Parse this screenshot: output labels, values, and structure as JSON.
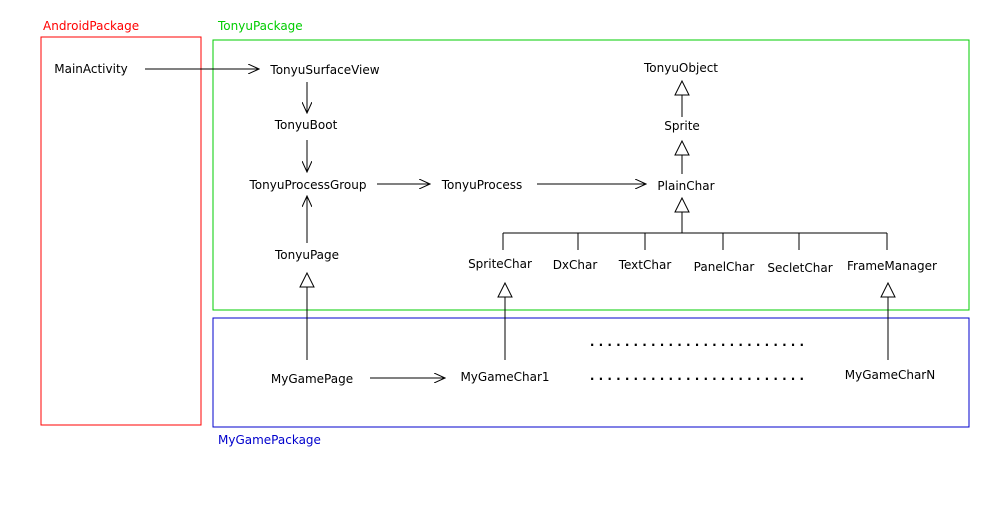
{
  "packages": {
    "android": {
      "label": "AndroidPackage",
      "color": "#ff0000"
    },
    "tonyu": {
      "label": "TonyuPackage",
      "color": "#00cc00"
    },
    "mygame": {
      "label": "MyGamePackage",
      "color": "#0000cc"
    }
  },
  "nodes": {
    "main_activity": "MainActivity",
    "tonyu_surface_view": "TonyuSurfaceView",
    "tonyu_boot": "TonyuBoot",
    "tonyu_process_group": "TonyuProcessGroup",
    "tonyu_process": "TonyuProcess",
    "tonyu_page": "TonyuPage",
    "tonyu_object": "TonyuObject",
    "sprite": "Sprite",
    "plain_char": "PlainChar",
    "sprite_char": "SpriteChar",
    "dx_char": "DxChar",
    "text_char": "TextChar",
    "panel_char": "PanelChar",
    "seclet_char": "SecletChar",
    "frame_manager": "FrameManager",
    "my_game_page": "MyGamePage",
    "my_game_char1": "MyGameChar1",
    "my_game_char_n": "MyGameCharN"
  },
  "ellipsis": ". . . . . . . . . . . . . . . . . . . . . . . . ."
}
